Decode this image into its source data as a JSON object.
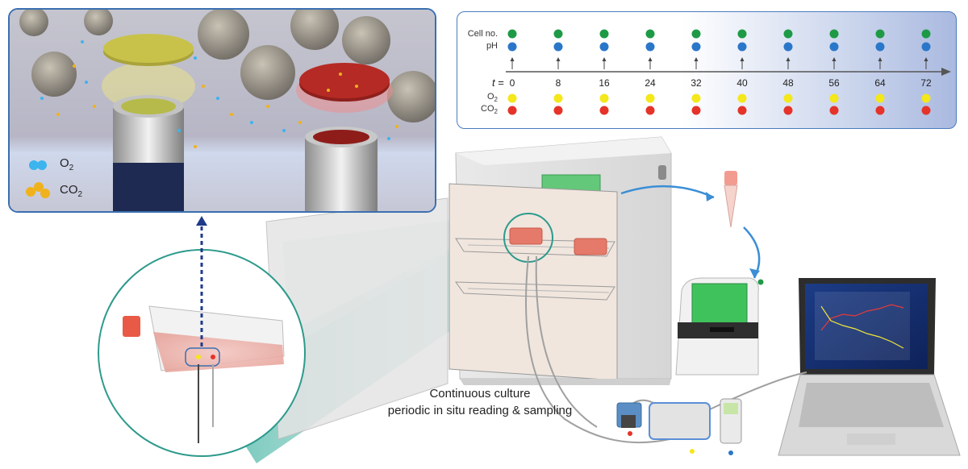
{
  "inset": {
    "legend": [
      {
        "name": "O",
        "sub": "2",
        "color": "#3cb4ee"
      },
      {
        "name": "CO",
        "sub": "2",
        "color": "#f0b21c"
      }
    ]
  },
  "timeline": {
    "t_prefix": "t",
    "t_equals": "=",
    "labels": {
      "cell": "Cell no.",
      "ph": "pH",
      "o2": "O",
      "o2_sub": "2",
      "co2": "CO",
      "co2_sub": "2"
    },
    "times": [
      "0",
      "8",
      "16",
      "24",
      "32",
      "40",
      "48",
      "56",
      "64",
      "72"
    ],
    "colors": {
      "cell": "#1e9a46",
      "ph": "#2a77c9",
      "o2": "#f4e71a",
      "co2": "#e5332a"
    }
  },
  "caption": {
    "line1": "Continuous culture",
    "line2": "periodic in situ reading & sampling"
  },
  "colors": {
    "accent": "#3b6fb0",
    "teal": "#6dc4b8"
  }
}
